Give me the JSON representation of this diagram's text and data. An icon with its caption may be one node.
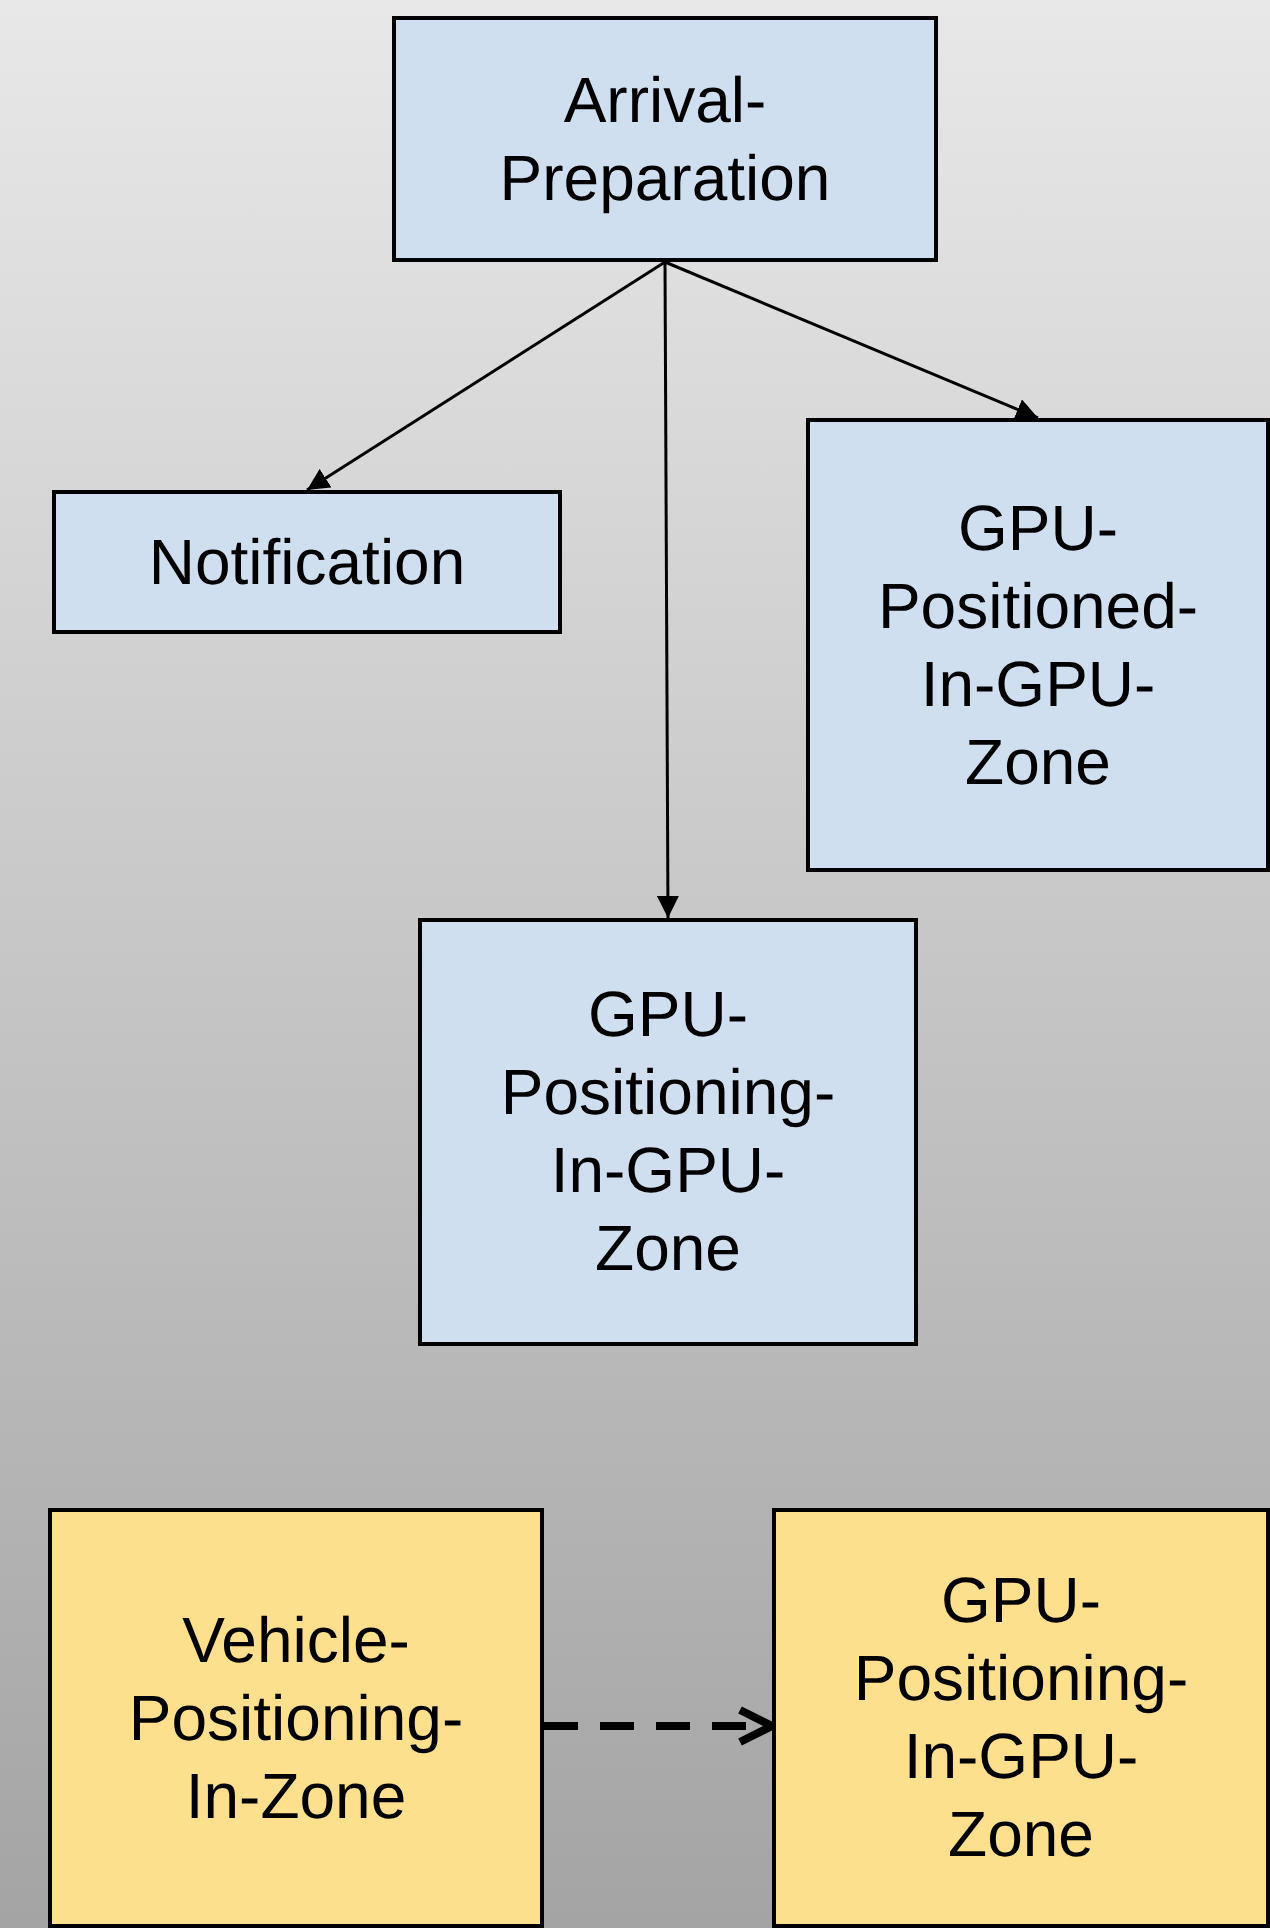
{
  "diagram": {
    "nodes": [
      {
        "text": [
          "Arrival-Preparation"
        ]
      },
      {
        "text": [
          "Notification"
        ]
      },
      {
        "text": [
          "GPU-Positioned-In-GPU-Zone"
        ]
      },
      {
        "text": [
          "GPU-Positioning-In-GPU-Zone"
        ]
      },
      {
        "text": [
          "Vehicle-Positioning-In-Zone"
        ]
      },
      {
        "text": [
          "GPU-Positioning-In-GPU-Zone"
        ]
      }
    ],
    "edges": [
      {
        "from": 0,
        "to": 1,
        "arrow": "to"
      },
      {
        "from": 0,
        "to": 3,
        "arrow": "to"
      },
      {
        "from": 0,
        "to": 2,
        "arrow": "to"
      },
      {
        "from": 4,
        "to": 5,
        "arrow": "to",
        "style": "dashed"
      }
    ]
  }
}
